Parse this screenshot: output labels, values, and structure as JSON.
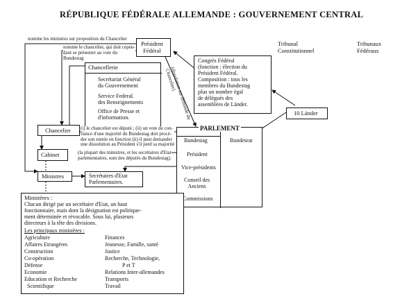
{
  "title": "RÉPUBLIQUE FÉDÉRALE ALLEMANDE : GOUVERNEMENT CENTRAL",
  "boxes": {
    "president": "Président\nFédéral",
    "tribunal": "Tribunal\nConstitutionnel",
    "tribunaux": "Tribunaux\nFédéraux",
    "congres": "Congrès Fédéral\n(fonction : élection du\nPrésident Fédéral.\nComposition : tous les\nmembres du Bundestag\nplus un nombre égal\nde délégués des\nassemblées de Länder.",
    "lander": "10 Länder",
    "chancellerie": {
      "heading": "Chancellerie",
      "items": [
        "Secrétariat Général\ndu Gouvernement",
        "Service Federal.\ndes Renseignements",
        "Office de Presse et\nd'information."
      ]
    },
    "parlement": {
      "heading": "PARLEMENT",
      "left_heading": "Bundestag",
      "left_items": [
        "Président",
        "Vice-présidents",
        "Conseil des\nAnciens",
        "Commissions"
      ],
      "right_heading": "Bundesrat"
    },
    "chancelier": "Chancelier",
    "cabinet": "Cabinet",
    "ministres": "Ministres",
    "secretaires": "Secrétaires d'Etat\nParlementaires."
  },
  "annotations": {
    "nomme_ministres": "nomme les ministres sur proposition du Chancelier",
    "nomme_chancelier": "nomme le chancelier, qui doit cepen-\ndant se présenter au vote du\nBundestag",
    "dissolution": "(dissolution sur demande du\nChancelier)",
    "chancelier_depute": "(i) le chancelier est député ; (ii) un vote de con-\nfiance d'une majorité du Bundestag doit procé-\nder son entrée en fonction (ii) il peut demander\nune dissolution au Président s'il perd sa majorité",
    "secretaires_deputes": "(la plupart des ministres, et les secrétaires d'Etat\nparlementaires, sont des députés du Bundestag)."
  },
  "ministres_panel": {
    "heading": "Ministères :",
    "description": "Chacun dirigé par un secrétaire d'Etat, un haut\nfonctionnaire, mais dont la désignation est politique-\nment déterminée et révocable. Sous lui, plusieurs\ndirecteurs à la tête des divisions.",
    "list_heading": "Les principaux ministères :",
    "col1": [
      "Agriculture",
      "Affaires Etrangères",
      "Construction",
      "Co-opération",
      "Défense",
      "Economie",
      "Education et Recherche",
      "  Scientifique"
    ],
    "col2": [
      "Finances",
      "Jeunesse, Famille, santé",
      "Justice",
      "Recherche, Technologie,",
      "P et T",
      "Relations Inter-allemandes",
      "Transports",
      "Travail"
    ]
  }
}
